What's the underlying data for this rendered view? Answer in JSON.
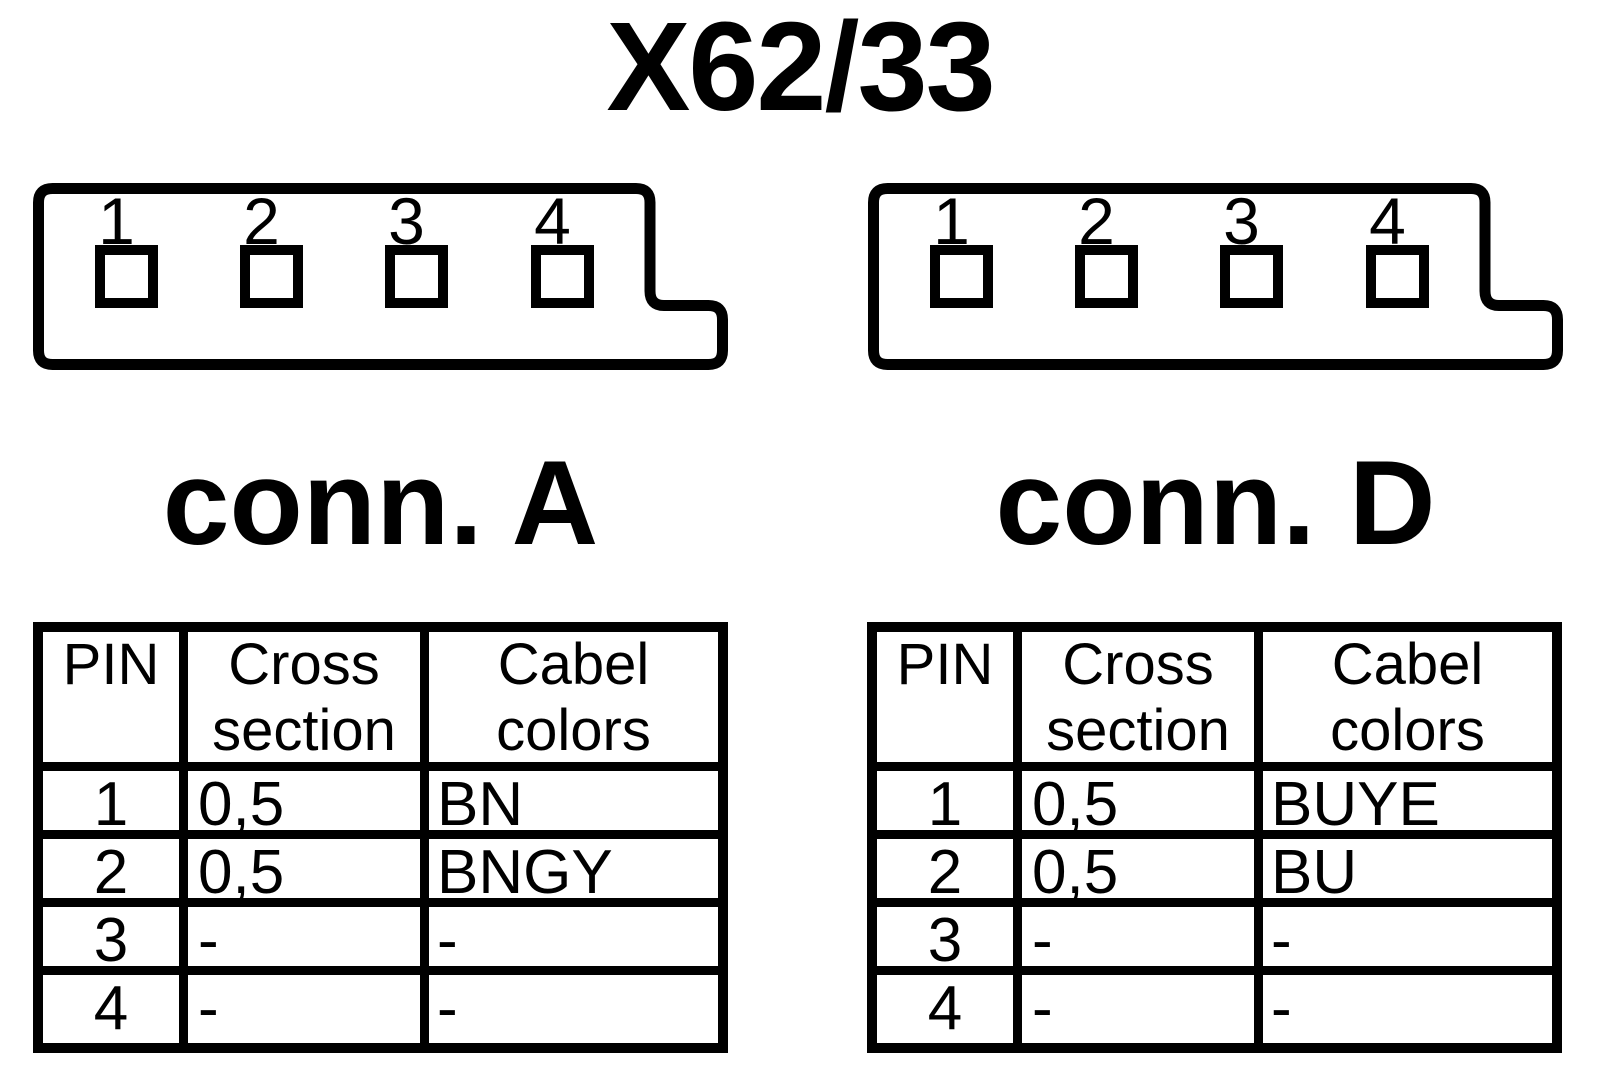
{
  "title": "X62/33",
  "colors": {
    "ink": "#000000",
    "paper": "#ffffff"
  },
  "connectors": [
    {
      "label": "conn. A",
      "pins": [
        "1",
        "2",
        "3",
        "4"
      ]
    },
    {
      "label": "conn. D",
      "pins": [
        "1",
        "2",
        "3",
        "4"
      ]
    }
  ],
  "tables": [
    {
      "headers": [
        "PIN",
        "Cross section",
        "Cabel colors"
      ],
      "rows": [
        [
          "1",
          "0,5",
          "BN"
        ],
        [
          "2",
          "0,5",
          "BNGY"
        ],
        [
          "3",
          "-",
          "-"
        ],
        [
          "4",
          "-",
          "-"
        ]
      ]
    },
    {
      "headers": [
        "PIN",
        "Cross section",
        "Cabel colors"
      ],
      "rows": [
        [
          "1",
          "0,5",
          "BUYE"
        ],
        [
          "2",
          "0,5",
          "BU"
        ],
        [
          "3",
          "-",
          "-"
        ],
        [
          "4",
          "-",
          "-"
        ]
      ]
    }
  ]
}
